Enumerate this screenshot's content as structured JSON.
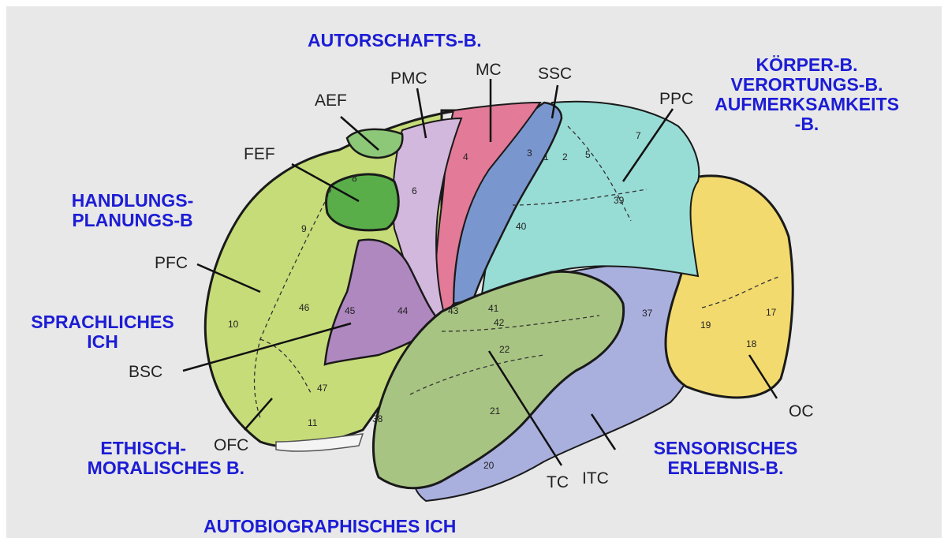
{
  "captions": {
    "autorschaft": "AUTORSCHAFTS-B.",
    "koerper": "KÖRPER-B.",
    "verortung": "VERORTUNGS-B.",
    "aufmerksamkeit_1": "AUFMERKSAMKEITS",
    "aufmerksamkeit_2": "-B.",
    "handlung_1": "HANDLUNGS-",
    "handlung_2": "PLANUNGS-B",
    "sprache_1": "SPRACHLICHES",
    "sprache_2": "ICH",
    "ethik_1": "ETHISCH-",
    "ethik_2": "MORALISCHES B.",
    "sensorik_1": "SENSORISCHES",
    "sensorik_2": "ERLEBNIS-B.",
    "autobio": "AUTOBIOGRAPHISCHES ICH"
  },
  "region_labels": {
    "aef": "AEF",
    "pmc": "PMC",
    "mc": "MC",
    "ssc": "SSC",
    "ppc": "PPC",
    "fef": "FEF",
    "pfc": "PFC",
    "bsc": "BSC",
    "ofc": "OFC",
    "tc": "TC",
    "itc": "ITC",
    "oc": "OC"
  },
  "areas": {
    "a1": "1",
    "a2": "2",
    "a3": "3",
    "a4": "4",
    "a5": "5",
    "a6": "6",
    "a7": "7",
    "a8": "8",
    "a9": "9",
    "a10": "10",
    "a11": "11",
    "a17": "17",
    "a18": "18",
    "a19": "19",
    "a20": "20",
    "a21": "21",
    "a22": "22",
    "a37": "37",
    "a38": "38",
    "a39": "39",
    "a40": "40",
    "a41": "41",
    "a42": "42",
    "a43": "43",
    "a44": "44",
    "a45": "45",
    "a46": "46",
    "a47": "47"
  },
  "colors": {
    "background": "#e8e8e8",
    "caption": "#1c1cd6",
    "prefrontal": "#c6dc78",
    "frontal_eye": "#5aae4a",
    "aef": "#8cc878",
    "premotor": "#d2b8dc",
    "motor": "#e27a98",
    "somatosensory": "#7a96ce",
    "parietal": "#98dcd6",
    "occipital": "#f2da6e",
    "temporal": "#a8c482",
    "inferior_temporal": "#a9b0de",
    "broca": "#b088c0"
  }
}
